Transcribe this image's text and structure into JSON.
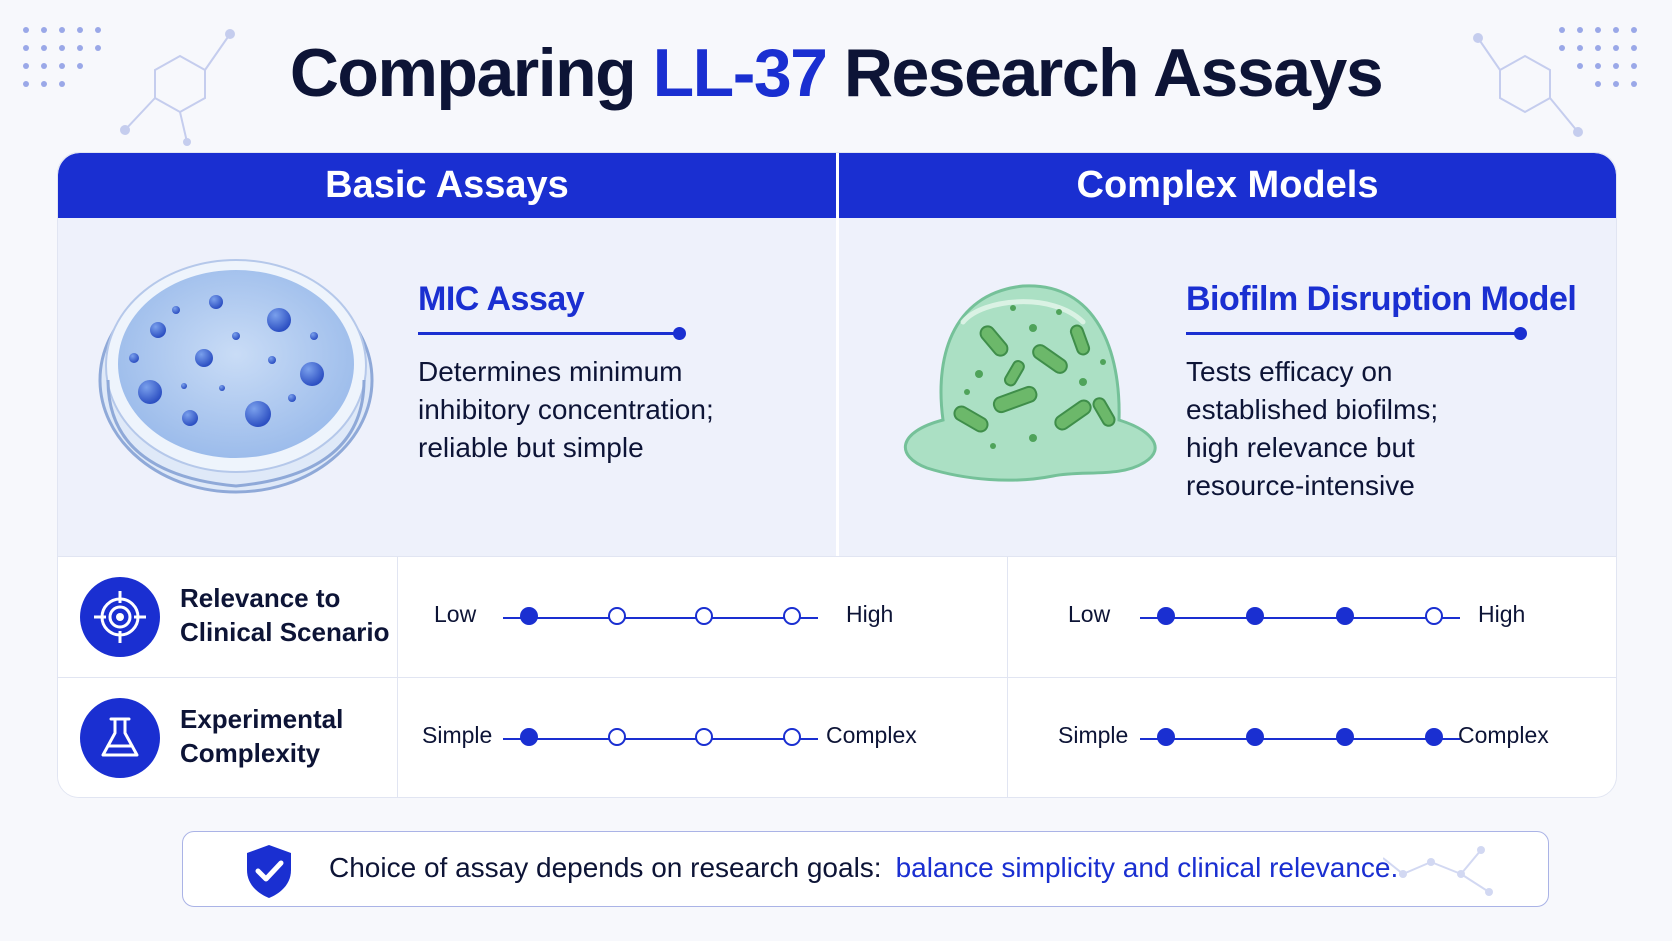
{
  "title": {
    "before": "Comparing ",
    "accent": "LL-37",
    "after": " Research Assays"
  },
  "columns": [
    {
      "header": "Basic Assays",
      "assay_name": "MIC Assay",
      "description_lines": [
        "Determines minimum",
        "inhibitory concentration;",
        "reliable but simple"
      ],
      "illustration": "petri-dish"
    },
    {
      "header": "Complex Models",
      "assay_name": "Biofilm Disruption Model",
      "description_lines": [
        "Tests efficacy on",
        "established biofilms;",
        "high relevance but",
        "resource-intensive"
      ],
      "illustration": "biofilm-blob"
    }
  ],
  "criteria": [
    {
      "label_lines": [
        "Relevance to",
        "Clinical Scenario"
      ],
      "icon": "target-icon",
      "low_label": "Low",
      "high_label": "High",
      "levels": [
        1,
        3
      ],
      "max_level": 4
    },
    {
      "label_lines": [
        "Experimental",
        "Complexity"
      ],
      "icon": "flask-icon",
      "low_label": "Simple",
      "high_label": "Complex",
      "levels": [
        1,
        4
      ],
      "max_level": 4
    }
  ],
  "footer": {
    "icon": "shield-check-icon",
    "text": "Choice of assay depends on research goals:",
    "highlight": "balance simplicity and clinical relevance."
  },
  "colors": {
    "accent": "#1a2fd1",
    "text": "#0d1436",
    "panel": "#eef1fb",
    "biofilm": "#9fdcb8"
  }
}
